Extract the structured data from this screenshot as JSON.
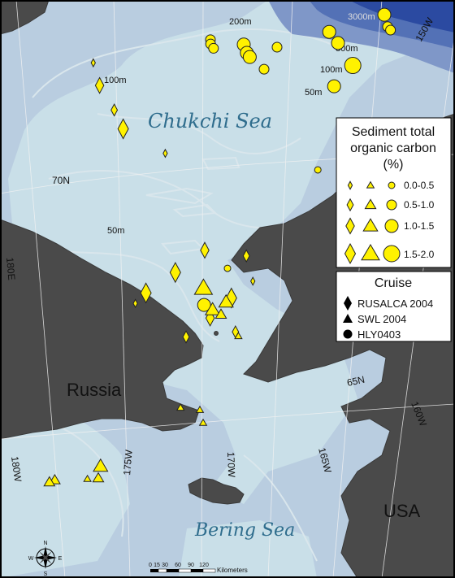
{
  "colors": {
    "shelf": "#b9cde0",
    "shallow": "#c9dfe8",
    "contour": "#d9e6ec",
    "land": "#4a4a4a",
    "deep1": "#7f97c8",
    "deep2": "#5371b6",
    "deep3": "#2b4aa1",
    "symbol_fill": "#fff200",
    "sea_label": "#2f6d8d"
  },
  "map_labels": {
    "chukchi_sea": "Chukchi Sea",
    "bering_sea": "Bering Sea",
    "russia": "Russia",
    "usa": "USA"
  },
  "depth_labels": [
    "200m",
    "3000m",
    "800m",
    "100m",
    "50m",
    "100m",
    "50m"
  ],
  "graticule_labels": {
    "lat_70n": "70N",
    "lat_65n": "65N",
    "lon_150w": "150W",
    "lon_160w": "160W",
    "lon_165w": "165W",
    "lon_170w": "170W",
    "lon_175w": "175W",
    "lon_180w": "180W",
    "lon_180e": "180E"
  },
  "legend_toc": {
    "title_line1": "Sediment total",
    "title_line2": "organic carbon",
    "title_line3": "(%)",
    "classes": [
      "0.0-0.5",
      "0.5-1.0",
      "1.0-1.5",
      "1.5-2.0"
    ]
  },
  "legend_cruise": {
    "title": "Cruise",
    "items": [
      {
        "symbol": "diamond",
        "label": "RUSALCA 2004"
      },
      {
        "symbol": "triangle",
        "label": "SWL 2004"
      },
      {
        "symbol": "circle",
        "label": "HLY0403"
      }
    ]
  },
  "scale_bar": {
    "ticks": [
      "0",
      "15",
      "30",
      "60",
      "90",
      "120"
    ],
    "unit": "Kilometers"
  },
  "compass": {
    "n": "N",
    "s": "S",
    "e": "E",
    "w": "W"
  },
  "stations": [
    {
      "cruise": "HLY0403",
      "toc_class": 1,
      "lon": -168.9,
      "lat": 73.2
    },
    {
      "cruise": "HLY0403",
      "toc_class": 1,
      "lon": -168.9,
      "lat": 73.1
    },
    {
      "cruise": "HLY0403",
      "toc_class": 1,
      "lon": -168.8,
      "lat": 73.0
    },
    {
      "cruise": "HLY0403",
      "toc_class": 2,
      "lon": -167.7,
      "lat": 73.1
    },
    {
      "cruise": "HLY0403",
      "toc_class": 2,
      "lon": -167.6,
      "lat": 72.9
    },
    {
      "cruise": "HLY0403",
      "toc_class": 2,
      "lon": -167.5,
      "lat": 72.8
    },
    {
      "cruise": "HLY0403",
      "toc_class": 1,
      "lon": -167.0,
      "lat": 72.5
    },
    {
      "cruise": "HLY0403",
      "toc_class": 1,
      "lon": -166.5,
      "lat": 73.0
    },
    {
      "cruise": "HLY0403",
      "toc_class": 2,
      "lon": -164.6,
      "lat": 73.2
    },
    {
      "cruise": "HLY0403",
      "toc_class": 2,
      "lon": -164.3,
      "lat": 72.9
    },
    {
      "cruise": "HLY0403",
      "toc_class": 3,
      "lon": -163.8,
      "lat": 72.3
    },
    {
      "cruise": "HLY0403",
      "toc_class": 2,
      "lon": -164.5,
      "lat": 71.9
    },
    {
      "cruise": "HLY0403",
      "toc_class": 2,
      "lon": -162.6,
      "lat": 73.3
    },
    {
      "cruise": "HLY0403",
      "toc_class": 1,
      "lon": -162.5,
      "lat": 73.0
    },
    {
      "cruise": "HLY0403",
      "toc_class": 1,
      "lon": -162.4,
      "lat": 72.9
    },
    {
      "cruise": "HLY0403",
      "toc_class": 0,
      "lon": -165.2,
      "lat": 70.0
    },
    {
      "cruise": "HLY0403",
      "toc_class": 0,
      "lon": -168.6,
      "lat": 67.8
    },
    {
      "cruise": "HLY0403",
      "toc_class": 2,
      "lon": -169.5,
      "lat": 66.9
    },
    {
      "cruise": "RUSALCA 2004",
      "toc_class": 0,
      "lon": -173.2,
      "lat": 72.2
    },
    {
      "cruise": "RUSALCA 2004",
      "toc_class": 2,
      "lon": -173.0,
      "lat": 71.7
    },
    {
      "cruise": "RUSALCA 2004",
      "toc_class": 1,
      "lon": -172.5,
      "lat": 71.2
    },
    {
      "cruise": "RUSALCA 2004",
      "toc_class": 3,
      "lon": -172.2,
      "lat": 70.8
    },
    {
      "cruise": "RUSALCA 2004",
      "toc_class": 0,
      "lon": -170.7,
      "lat": 70.4
    },
    {
      "cruise": "RUSALCA 2004",
      "toc_class": 2,
      "lon": -169.4,
      "lat": 68.2
    },
    {
      "cruise": "RUSALCA 2004",
      "toc_class": 1,
      "lon": -167.9,
      "lat": 68.1
    },
    {
      "cruise": "RUSALCA 2004",
      "toc_class": 3,
      "lon": -170.5,
      "lat": 67.6
    },
    {
      "cruise": "RUSALCA 2004",
      "toc_class": 3,
      "lon": -171.6,
      "lat": 67.0
    },
    {
      "cruise": "RUSALCA 2004",
      "toc_class": 0,
      "lon": -172.0,
      "lat": 66.7
    },
    {
      "cruise": "RUSALCA 2004",
      "toc_class": 0,
      "lon": -167.7,
      "lat": 67.5
    },
    {
      "cruise": "RUSALCA 2004",
      "toc_class": 3,
      "lon": -168.5,
      "lat": 67.1
    },
    {
      "cruise": "RUSALCA 2004",
      "toc_class": 2,
      "lon": -169.3,
      "lat": 66.6
    },
    {
      "cruise": "RUSALCA 2004",
      "toc_class": 1,
      "lon": -168.4,
      "lat": 66.3
    },
    {
      "cruise": "RUSALCA 2004",
      "toc_class": 1,
      "lon": -170.2,
      "lat": 66.1
    },
    {
      "cruise": "SWL 2004",
      "toc_class": 3,
      "lon": -169.5,
      "lat": 67.3
    },
    {
      "cruise": "SWL 2004",
      "toc_class": 2,
      "lon": -168.7,
      "lat": 67.0
    },
    {
      "cruise": "SWL 2004",
      "toc_class": 2,
      "lon": -169.2,
      "lat": 66.8
    },
    {
      "cruise": "SWL 2004",
      "toc_class": 1,
      "lon": -168.9,
      "lat": 66.7
    },
    {
      "cruise": "SWL 2004",
      "toc_class": 0,
      "lon": -168.3,
      "lat": 66.2
    },
    {
      "cruise": "SWL 2004",
      "toc_class": 0,
      "lon": -169.8,
      "lat": 64.4
    },
    {
      "cruise": "SWL 2004",
      "toc_class": 0,
      "lon": -170.5,
      "lat": 64.4
    },
    {
      "cruise": "SWL 2004",
      "toc_class": 0,
      "lon": -169.7,
      "lat": 64.1
    },
    {
      "cruise": "SWL 2004",
      "toc_class": 2,
      "lon": -173.5,
      "lat": 62.6
    },
    {
      "cruise": "SWL 2004",
      "toc_class": 1,
      "lon": -173.6,
      "lat": 62.3
    },
    {
      "cruise": "SWL 2004",
      "toc_class": 0,
      "lon": -174.0,
      "lat": 62.2
    },
    {
      "cruise": "SWL 2004",
      "toc_class": 1,
      "lon": -175.2,
      "lat": 61.9
    },
    {
      "cruise": "SWL 2004",
      "toc_class": 1,
      "lon": -175.4,
      "lat": 61.8
    }
  ]
}
